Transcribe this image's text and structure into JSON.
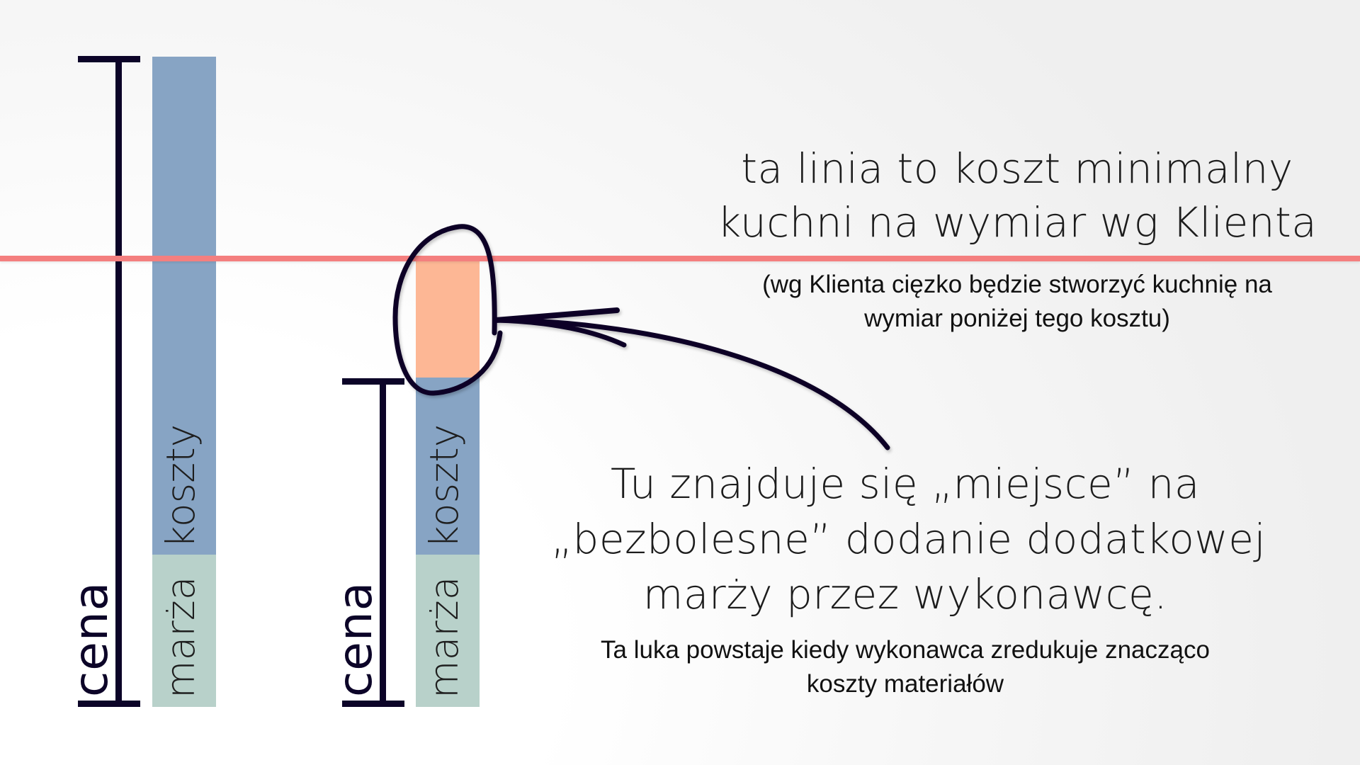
{
  "colors": {
    "costs": "#87a4c4",
    "margin": "#b8d1ca",
    "gap": "#fdb795",
    "min_cost_line": "#f47f7f",
    "bracket": "#0c0428",
    "annotation": "#0c0428"
  },
  "bars": [
    {
      "id": "current",
      "price_label": "cena",
      "segments": [
        {
          "name": "margin",
          "label": "marża"
        },
        {
          "name": "costs",
          "label": "koszty"
        }
      ]
    },
    {
      "id": "reduced",
      "price_label": "cena",
      "segments": [
        {
          "name": "margin",
          "label": "marża"
        },
        {
          "name": "costs",
          "label": "koszty"
        },
        {
          "name": "gap",
          "label": ""
        }
      ]
    }
  ],
  "min_cost_note": {
    "title_lines": [
      "ta linia to koszt minimalny",
      "kuchni na wymiar wg Klienta"
    ],
    "sub_lines": [
      "(wg Klienta cięzko będzie stworzyć kuchnię na",
      "wymiar poniżej tego kosztu)"
    ]
  },
  "gap_note": {
    "title_lines": [
      "Tu znajduje się „miejsce” na",
      "„bezbolesne” dodanie dodatkowej",
      "marży przez wykonawcę."
    ],
    "sub_lines": [
      "Ta luka powstaje kiedy wykonawca zredukuje znacząco",
      "koszty materiałów"
    ]
  },
  "icons": {
    "highlight": "ellipse-highlight-icon",
    "arrow": "curved-arrow-icon"
  }
}
